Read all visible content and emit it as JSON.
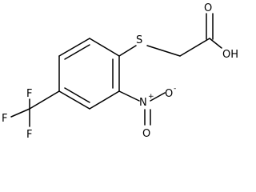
{
  "molecule": {
    "atoms": {
      "sulfur": "S",
      "carbonyl_oxygen": "O",
      "hydroxyl": "OH",
      "nitro_nitrogen": "N",
      "nitro_nitrogen_charge": "+",
      "nitro_oxygen": "O",
      "nitro_oxygen_charge": "-",
      "fluorine_top": "F",
      "fluorine_left": "F",
      "fluorine_bottom": "F"
    }
  }
}
